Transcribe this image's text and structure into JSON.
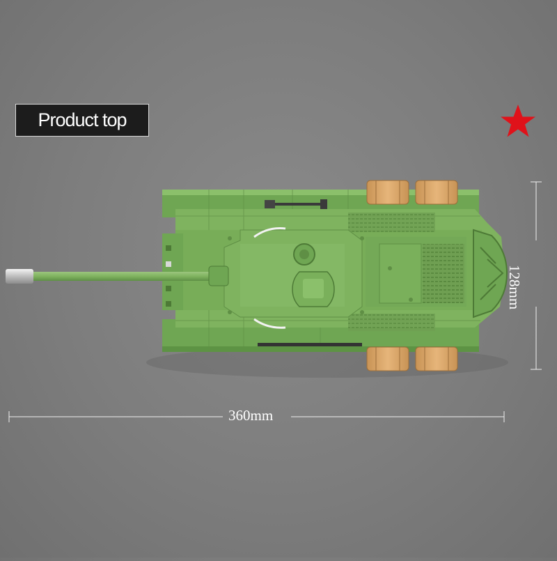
{
  "title": {
    "label": "Product top"
  },
  "badge": {
    "icon": "red-star-icon",
    "color": "#e0121a"
  },
  "dimensions": {
    "width_label": "360mm",
    "height_label": "128mm"
  },
  "colors": {
    "tank_green": "#7fb35f",
    "tank_dark": "#5f8f45",
    "fuel_tank": "#d9a86a"
  }
}
